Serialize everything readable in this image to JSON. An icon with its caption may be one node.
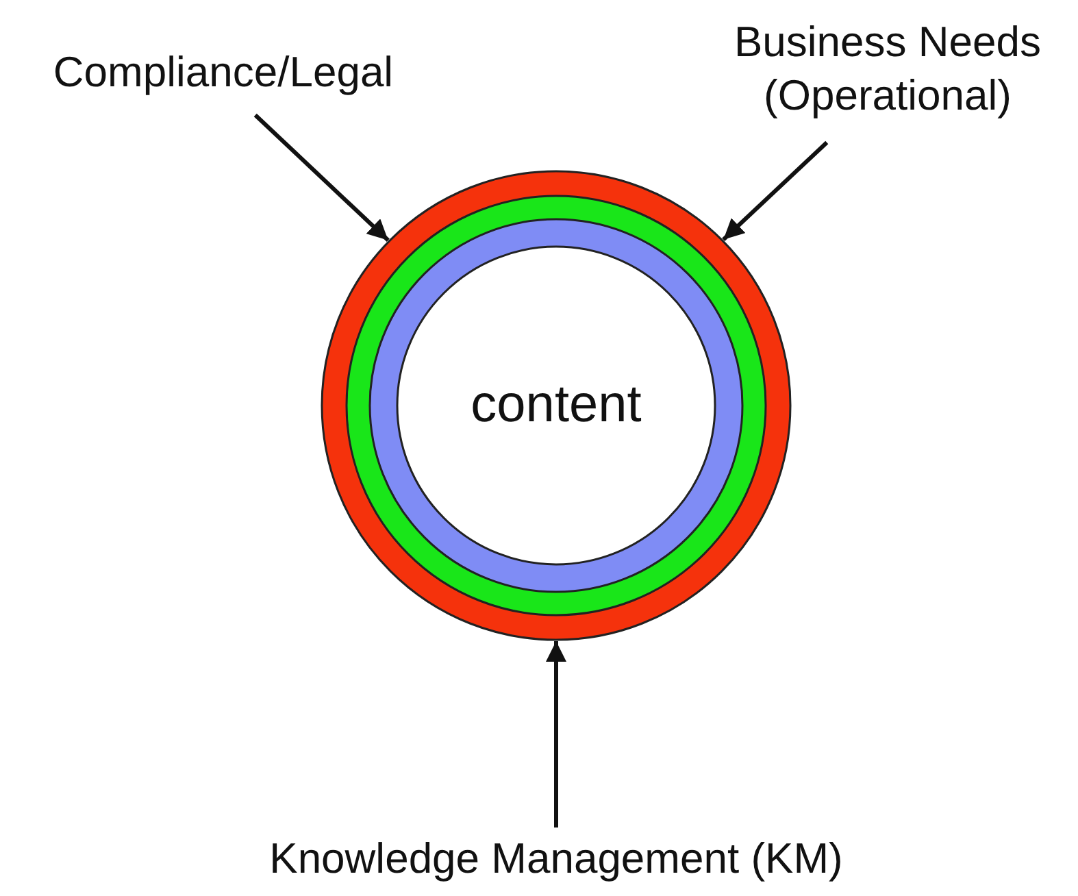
{
  "diagram": {
    "nodes": [
      {
        "text": [
          "Compliance/Legal"
        ]
      },
      {
        "text": [
          "Business Needs (Operational)"
        ]
      },
      {
        "text": [],
        "shape": "circle"
      },
      {
        "text": [],
        "shape": "circle",
        "in": 2
      },
      {
        "text": [],
        "shape": "circle",
        "in": 3
      },
      {
        "text": [
          "content"
        ],
        "in": 4
      },
      {
        "text": [
          "Knowledge Management (KM)"
        ]
      }
    ],
    "edges": [
      {
        "from": 0,
        "to": 2,
        "arrow": "to"
      },
      {
        "from": 1,
        "to": 2,
        "arrow": "to"
      },
      {
        "from": 6,
        "to": 2,
        "arrow": "to"
      }
    ]
  }
}
